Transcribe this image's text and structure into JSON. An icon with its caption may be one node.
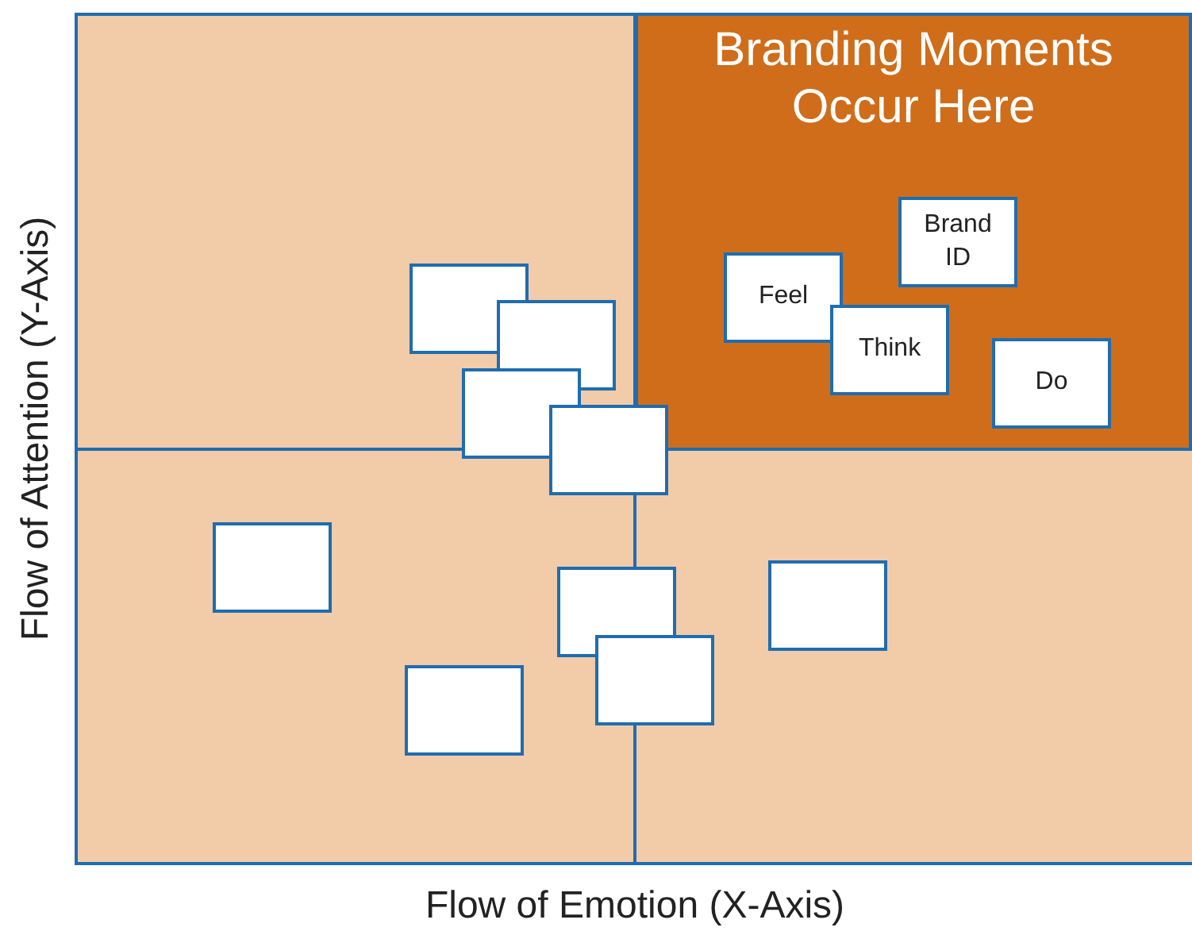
{
  "diagram": {
    "nodes": [
      {
        "text": [
          "Branding Moments Occur Here"
        ]
      },
      {
        "text": [
          "Brand ID"
        ],
        "in": 0
      },
      {
        "text": [
          "Feel"
        ],
        "in": 0
      },
      {
        "text": [
          "Think"
        ],
        "in": 0
      },
      {
        "text": [
          "Do"
        ],
        "in": 0
      },
      {
        "text": [],
        "shape": "box"
      },
      {
        "text": [],
        "shape": "box"
      },
      {
        "text": [],
        "shape": "box"
      },
      {
        "text": [],
        "shape": "box"
      },
      {
        "text": [],
        "shape": "box"
      },
      {
        "text": [],
        "shape": "box"
      },
      {
        "text": [],
        "shape": "box"
      },
      {
        "text": [],
        "shape": "box"
      },
      {
        "text": [],
        "shape": "box"
      }
    ],
    "labels": [
      "Flow of Attention (Y-Axis)",
      "Flow of Emotion (X-Axis)"
    ]
  }
}
